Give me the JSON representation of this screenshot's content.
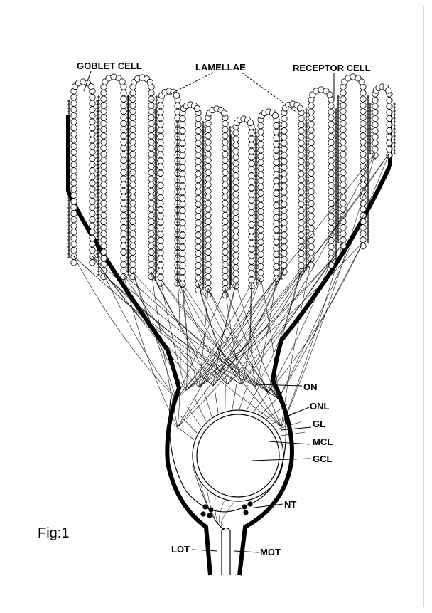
{
  "figure": {
    "caption": "Fig:1",
    "labels": {
      "goblet_cell": "GOBLET CELL",
      "lamellae": "LAMELLAE",
      "receptor_cell": "RECEPTOR CELL",
      "on": "ON",
      "onl": "ONL",
      "gl": "GL",
      "mcl": "MCL",
      "gcl": "GCL",
      "nt": "NT",
      "lot": "LOT",
      "mot": "MOT"
    }
  }
}
